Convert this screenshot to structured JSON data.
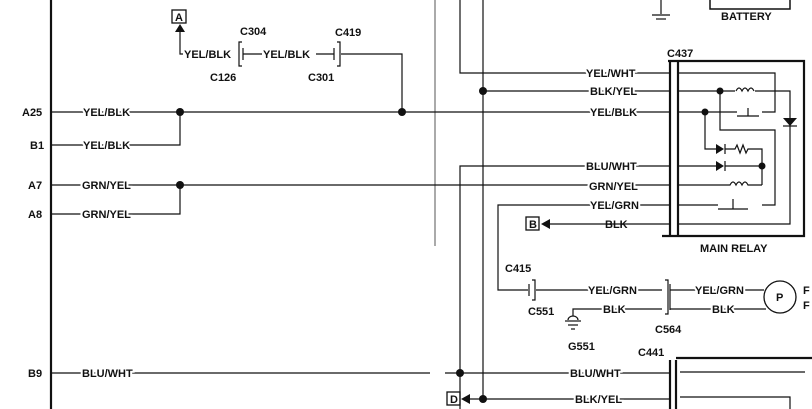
{
  "pins": [
    {
      "id": "A25",
      "wire": "YEL/BLK"
    },
    {
      "id": "B1",
      "wire": "YEL/BLK"
    },
    {
      "id": "A7",
      "wire": "GRN/YEL"
    },
    {
      "id": "A8",
      "wire": "GRN/YEL"
    },
    {
      "id": "B9",
      "wire": "BLU/WHT"
    }
  ],
  "branch_top": {
    "ref_a": "A",
    "wire1": "YEL/BLK",
    "wire2": "YEL/BLK",
    "connectors": {
      "c304": "C304",
      "c126": "C126",
      "c419": "C419",
      "c301": "C301"
    }
  },
  "battery": {
    "label": "BATTERY"
  },
  "main_relay": {
    "title": "MAIN RELAY",
    "connector": "C437",
    "wires": [
      "YEL/WHT",
      "BLK/YEL",
      "YEL/BLK",
      "BLU/WHT",
      "GRN/YEL",
      "YEL/GRN",
      "BLK"
    ],
    "ref_b": "B"
  },
  "fuel_pump": {
    "connector_c415": "C415",
    "connector_c551": "C551",
    "connector_c564": "C564",
    "ground": "G551",
    "wire_in_1": "YEL/GRN",
    "wire_in_2": "BLK",
    "wire_out_1": "YEL/GRN",
    "wire_out_2": "BLK",
    "pump_symbol": "P",
    "cut_labels": [
      "F",
      "F"
    ]
  },
  "bottom": {
    "connector": "C441",
    "wire1": "BLU/WHT",
    "wire2": "BLK/YEL",
    "ref_d": "D"
  }
}
